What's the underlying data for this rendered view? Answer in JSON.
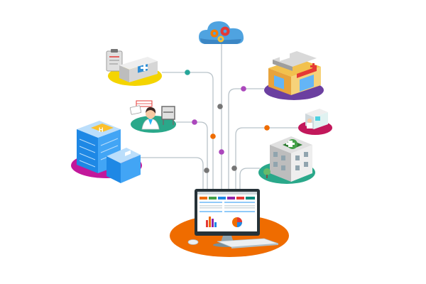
{
  "diagram": {
    "hub": {
      "label": "",
      "icon": "computer-dashboard-icon"
    },
    "cloud": {
      "icon": "cloud-gears-icon"
    },
    "nodes": [
      {
        "id": "medical-records",
        "icon": "clipboard-medkit-icon",
        "disc_color": "#f4d400"
      },
      {
        "id": "pharmacy",
        "icon": "pharmacy-store-icon",
        "disc_color": "#6b3fa0"
      },
      {
        "id": "doctor",
        "icon": "doctor-icon",
        "disc_color": "#2aa88a"
      },
      {
        "id": "patient-room",
        "icon": "patient-bed-icon",
        "disc_color": "#c2185b"
      },
      {
        "id": "hospital",
        "icon": "hospital-building-icon",
        "disc_color": "#c2189b"
      },
      {
        "id": "clinic",
        "icon": "clinic-building-icon",
        "disc_color": "#2aa88a"
      }
    ],
    "connector_dot_colors": [
      "#26a69a",
      "#ab47bc",
      "#ef6c00",
      "#757575"
    ],
    "colors": {
      "hub_disc": "#ef6c00",
      "line": "#b9c3c9",
      "cloud": "#4fa3e0"
    }
  }
}
